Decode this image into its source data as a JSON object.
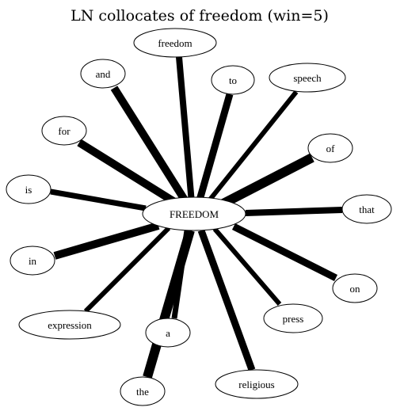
{
  "title": "LN collocates of freedom (win=5)",
  "center": {
    "label": "FREEDOM"
  },
  "colors": {
    "edge": "#000000",
    "node_fill": "#ffffff",
    "node_stroke": "#000000"
  },
  "collocates": [
    {
      "id": "freedom"
    },
    {
      "id": "to"
    },
    {
      "id": "speech"
    },
    {
      "id": "and"
    },
    {
      "id": "for"
    },
    {
      "id": "of"
    },
    {
      "id": "is"
    },
    {
      "id": "that"
    },
    {
      "id": "in"
    },
    {
      "id": "on"
    },
    {
      "id": "expression"
    },
    {
      "id": "press"
    },
    {
      "id": "a"
    },
    {
      "id": "the"
    },
    {
      "id": "religious"
    }
  ]
}
